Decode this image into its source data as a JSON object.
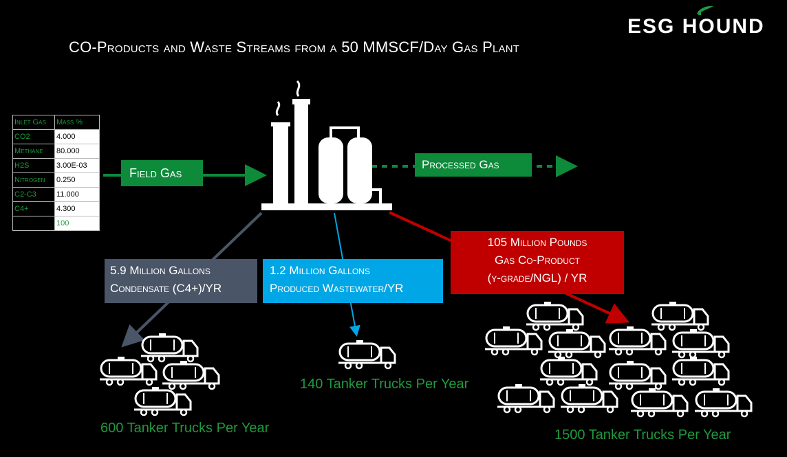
{
  "title": "CO-Products and Waste Streams from a 50 MMSCF/Day Gas Plant",
  "logo": "ESG HOUND",
  "composition_table": {
    "headers": [
      "Inlet Gas",
      "Mass %"
    ],
    "rows": [
      {
        "name": "CO2",
        "value": "4.000"
      },
      {
        "name": "Methane",
        "value": "80.000"
      },
      {
        "name": "H2S",
        "value": "3.00E-03"
      },
      {
        "name": "Nitrogen",
        "value": "0.250"
      },
      {
        "name": "C2-C3",
        "value": "11.000"
      },
      {
        "name": "C4+",
        "value": "4.300"
      }
    ],
    "total": "100"
  },
  "streams": {
    "field_gas": "Field Gas",
    "processed_gas": "Processed Gas",
    "condensate": {
      "line1": "5.9 Million Gallons",
      "line2": "Condensate (C4+)/YR"
    },
    "wastewater": {
      "line1": "1.2 Million Gallons",
      "line2": "Produced Wastewater/YR"
    },
    "gas_coproduct": {
      "line1": "105 Million Pounds",
      "line2": "Gas Co-Product",
      "line3": "(y-grade/NGL) / YR"
    }
  },
  "truck_counts": {
    "condensate": "600 Tanker Trucks Per Year",
    "wastewater": "140 Tanker Trucks Per Year",
    "gas_coproduct": "1500 Tanker Trucks Per Year"
  },
  "colors": {
    "field_green": "#0d8a3a",
    "condensate_gray": "#4a5567",
    "water_blue": "#00a6e6",
    "gas_red": "#c00000",
    "label_green": "#1f9a3c"
  },
  "icons": {
    "plant": "gas-plant-icon",
    "truck": "tanker-truck-icon"
  }
}
